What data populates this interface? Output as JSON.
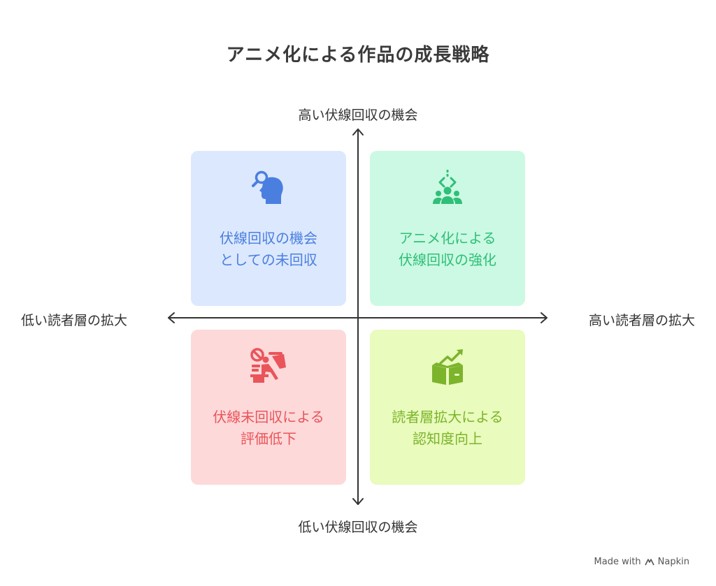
{
  "title": "アニメ化による作品の成長戦略",
  "axes": {
    "y_high": "高い伏線回収の機会",
    "y_low": "低い伏線回収の機会",
    "x_low": "低い読者層の拡大",
    "x_high": "高い読者層の拡大"
  },
  "quadrants": {
    "top_left": {
      "line1": "伏線回収の機会",
      "line2": "としての未回収",
      "icon": "head-search-icon",
      "color": "#4a7fe0",
      "background": "#dce8fd"
    },
    "top_right": {
      "line1": "アニメ化による",
      "line2": "伏線回収の強化",
      "icon": "team-network-icon",
      "color": "#2fbf79",
      "background": "#ccf9e3"
    },
    "bottom_left": {
      "line1": "伏線未回収による",
      "line2": "評価低下",
      "icon": "prohibited-stress-icon",
      "color": "#e9555a",
      "background": "#fdd9da"
    },
    "bottom_right": {
      "line1": "読者層拡大による",
      "line2": "認知度向上",
      "icon": "book-growth-icon",
      "color": "#7cb42c",
      "background": "#e9fbbd"
    }
  },
  "footer": {
    "made_with": "Made with",
    "brand": "Napkin"
  }
}
